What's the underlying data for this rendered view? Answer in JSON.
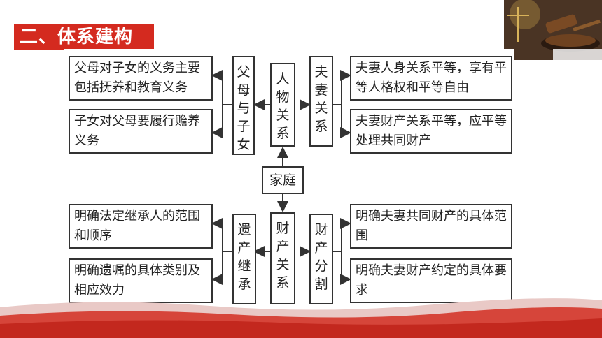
{
  "section_title": "二、体系建构",
  "diagram": {
    "center": "家庭",
    "top_branch": {
      "label": "人物关系",
      "left": {
        "label": "父母与子女",
        "items": [
          "父母对子女的义务主要包括抚养和教育义务",
          "子女对父母要履行赡养义务"
        ]
      },
      "right": {
        "label": "夫妻关系",
        "items": [
          "夫妻人身关系平等，享有平等人格权和平等自由",
          "夫妻财产关系平等，应平等处理共同财产"
        ]
      }
    },
    "bottom_branch": {
      "label": "财产关系",
      "left": {
        "label": "遗产继承",
        "items": [
          "明确法定继承人的范围和顺序",
          "明确遗嘱的具体类别及相应效力"
        ]
      },
      "right": {
        "label": "财产分割",
        "items": [
          "明确夫妻共同财产的具体范围",
          "明确夫妻财产约定的具体要求"
        ]
      }
    }
  },
  "colors": {
    "accent": "#d42a1f",
    "line": "#333333"
  }
}
